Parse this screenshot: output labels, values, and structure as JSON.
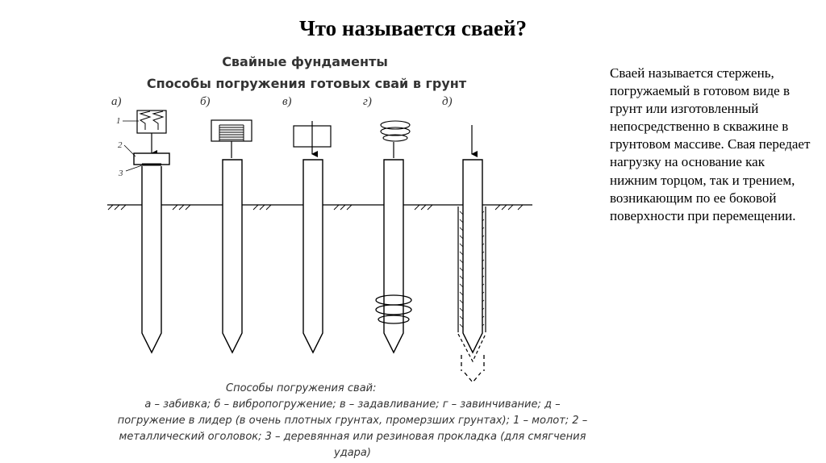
{
  "slide": {
    "title": "Что называется сваей?",
    "side_text": [
      "Сваей называется стержень, погружаемый в готовом виде в грунт или изготовленный непосредственно в скважине в грунтовом массиве. Свая передает нагрузку на основание как нижним торцом, так и трением, возникающим по ее боковой поверхности при перемещении."
    ]
  },
  "diagram": {
    "title": "Свайные фундаменты",
    "subtitle": "Способы погружения готовых свай в грунт",
    "panels": [
      {
        "letter": "а)"
      },
      {
        "letter": "б)"
      },
      {
        "letter": "в)"
      },
      {
        "letter": "г)"
      },
      {
        "letter": "д)"
      }
    ],
    "parts": [
      {
        "number": "1"
      },
      {
        "number": "2"
      },
      {
        "number": "3"
      }
    ],
    "caption_title": "Способы погружения свай:",
    "caption_body": "а – забивка; б – вибропогружение; в – задавливание; г – завинчивание; д – погружение в лидер (в очень плотных грунтах, промерзших грунтах); 1 – молот; 2 – металлический оголовок; 3 – деревянная или резиновая прокладка (для смягчения удара)"
  }
}
